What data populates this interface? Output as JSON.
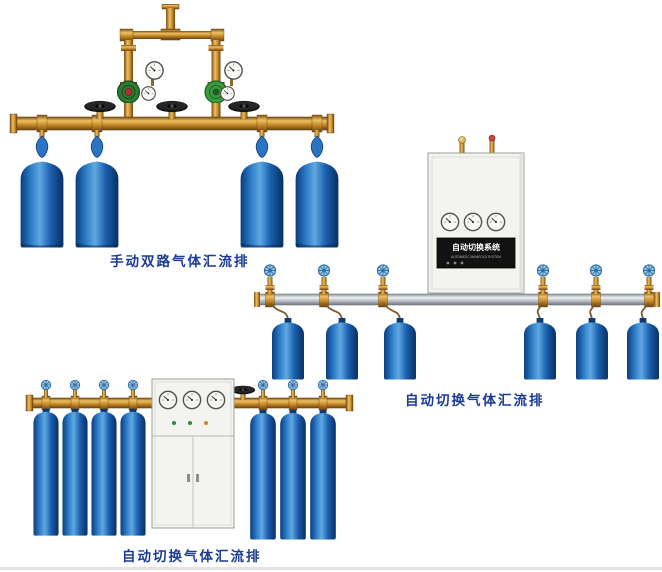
{
  "page": {
    "background": "#ffffff"
  },
  "figures": [
    {
      "name": "manual-dual-line-manifold",
      "caption": "手动双路气体汇流排"
    },
    {
      "name": "auto-switch-manifold-wall",
      "caption": "自动切换气体汇流排",
      "cabinet_title": "自动切换系统",
      "cabinet_subtitle": "AUTOMATIC MANIFOLD SYSTEM"
    },
    {
      "name": "auto-switch-manifold-cabinet",
      "caption": "自动切换气体汇流排"
    }
  ],
  "colors": {
    "caption_text": "#1a3a94",
    "cylinder_blue": "#1b5fae",
    "brass": "#c68a2a",
    "silver": "#c9ced4",
    "cabinet_white": "#f3f3ef",
    "panel_black": "#121212"
  }
}
